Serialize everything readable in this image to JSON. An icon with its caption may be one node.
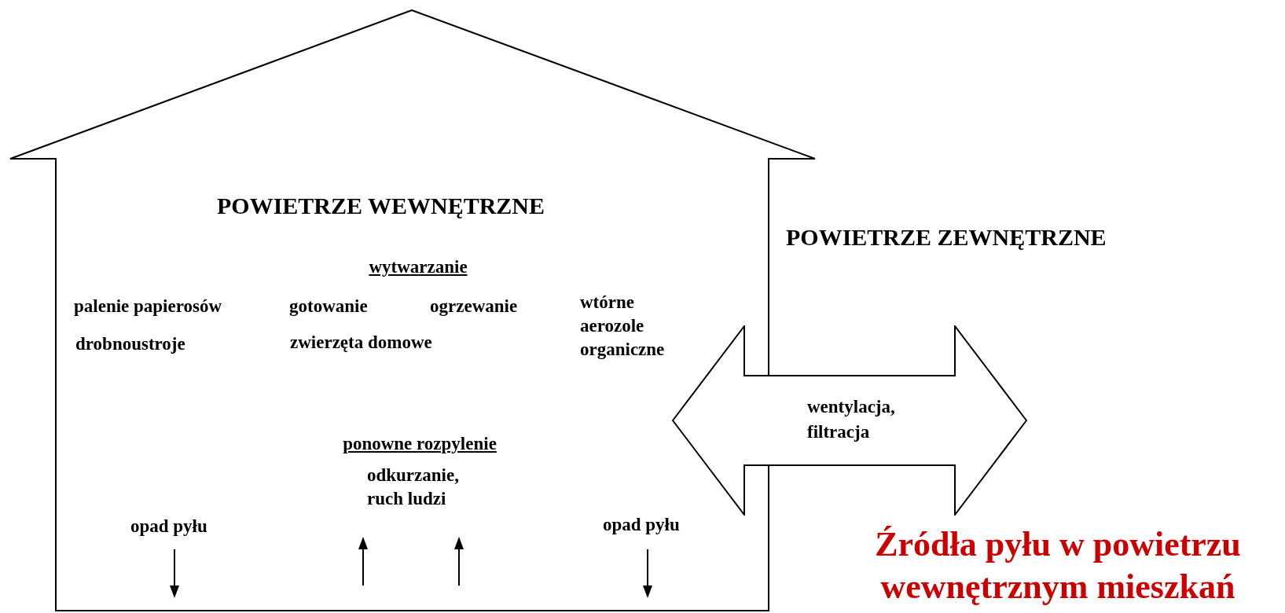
{
  "diagram": {
    "caption": "Źródła pyłu w powietrzu wewnętrznym mieszkań",
    "nodes": [
      {
        "text": [
          "POWIETRZE WEWNĘTRZNE"
        ]
      },
      {
        "text": [
          "wentylacja, filtracja"
        ]
      }
    ],
    "edges": [],
    "labels": [
      "POWIETRZE ZEWNĘTRZNE",
      "wytwarzanie",
      "palenie papierosów",
      "gotowanie",
      "ogrzewanie",
      "wtórne aerozole organiczne",
      "drobnoustroje",
      "zwierzęta domowe",
      "ponowne rozpylenie",
      "odkurzanie, ruch ludzi",
      "opad pyłu",
      "opad pyłu"
    ]
  }
}
